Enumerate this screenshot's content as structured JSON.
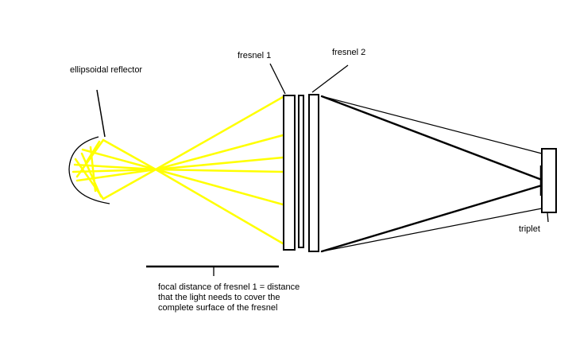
{
  "labels": {
    "reflector": "ellipsoidal reflector",
    "fresnel1": "fresnel 1",
    "fresnel2": "fresnel 2",
    "triplet": "triplet"
  },
  "caption": {
    "line1": "focal distance of fresnel 1 = distance",
    "line2": "that the light needs to cover the",
    "line3": "complete surface of the fresnel"
  },
  "colors": {
    "light_rays": "#ffff00",
    "outline": "#000000",
    "background": "#ffffff"
  }
}
